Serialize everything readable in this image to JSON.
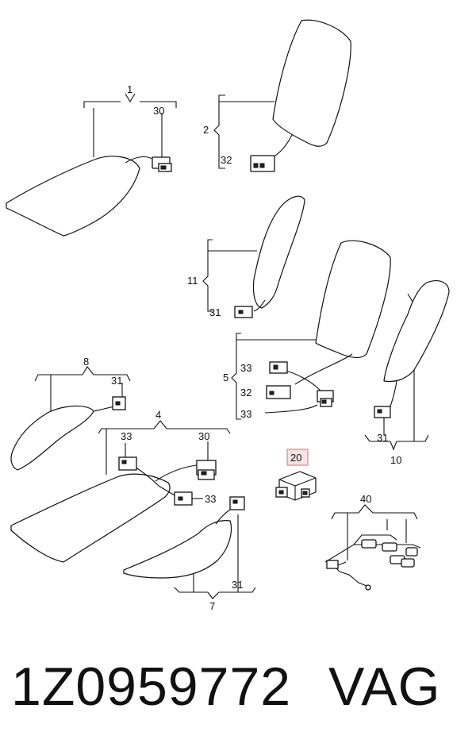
{
  "diagram": {
    "callouts": {
      "c1": "1",
      "c30a": "30",
      "c2": "2",
      "c32a": "32",
      "c11": "11",
      "c31a": "31",
      "c8": "8",
      "c31b": "31",
      "c5": "5",
      "c33a": "33",
      "c32b": "32",
      "c33b": "33",
      "c31c": "31",
      "c10": "10",
      "c4": "4",
      "c33c": "33",
      "c30b": "30",
      "c33d": "33",
      "c20": "20",
      "c40": "40",
      "c31d": "31",
      "c7": "7"
    },
    "highlighted_callout": "20"
  },
  "footer": {
    "part_number": "1Z0959772",
    "brand": "VAG"
  }
}
